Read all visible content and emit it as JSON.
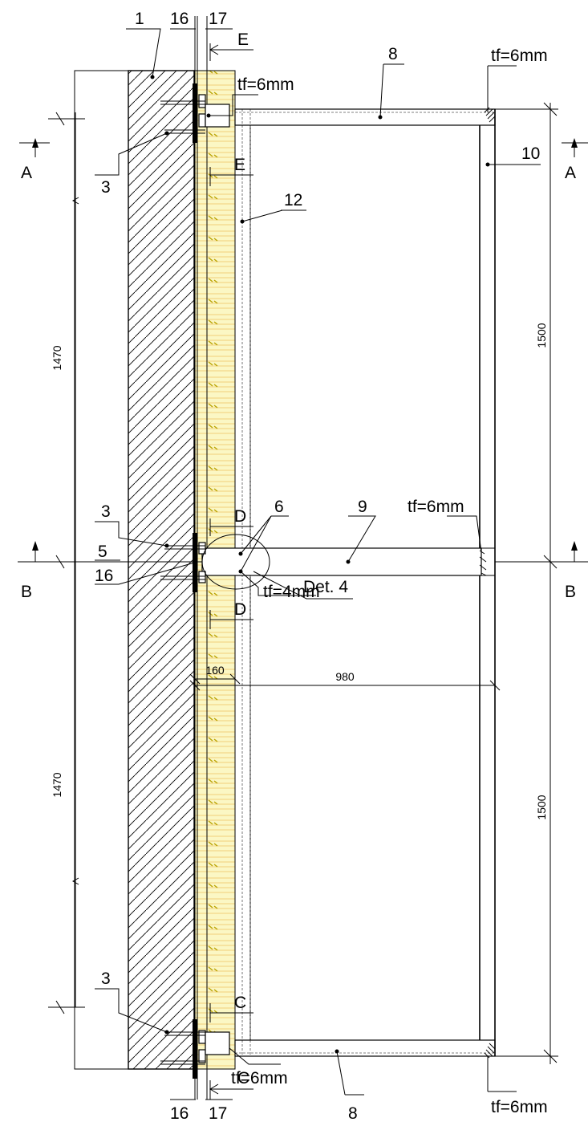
{
  "drawing": {
    "part_labels": {
      "p1": "1",
      "p3_top": "3",
      "p3_mid": "3",
      "p3_bot": "3",
      "p5": "5",
      "p6": "6",
      "p8_top": "8",
      "p8_bot": "8",
      "p9": "9",
      "p10": "10",
      "p12": "12",
      "p16_top": "16",
      "p16_mid": "16",
      "p16_bot": "16",
      "p17_top": "17",
      "p17_bot": "17"
    },
    "weld_labels": {
      "w_top_left": "tf=6mm",
      "w_top_right": "tf=6mm",
      "w_mid": "tf=6mm",
      "w_det": "tf=4mm",
      "w_bot_left": "tf=6mm",
      "w_bot_right": "tf=6mm"
    },
    "detail_label": "Det. 4",
    "section_labels": {
      "a_left": "A",
      "a_right": "A",
      "b_left": "B",
      "b_right": "B",
      "e_top": "E",
      "e_low": "E",
      "d_up": "D",
      "d_low": "D",
      "c_up": "C",
      "c_low": "C"
    },
    "dimensions": {
      "left_upper": "1470",
      "left_lower": "1470",
      "right_upper": "1500",
      "right_lower": "1500",
      "insulation_width": "160",
      "frame_width": "980"
    }
  }
}
